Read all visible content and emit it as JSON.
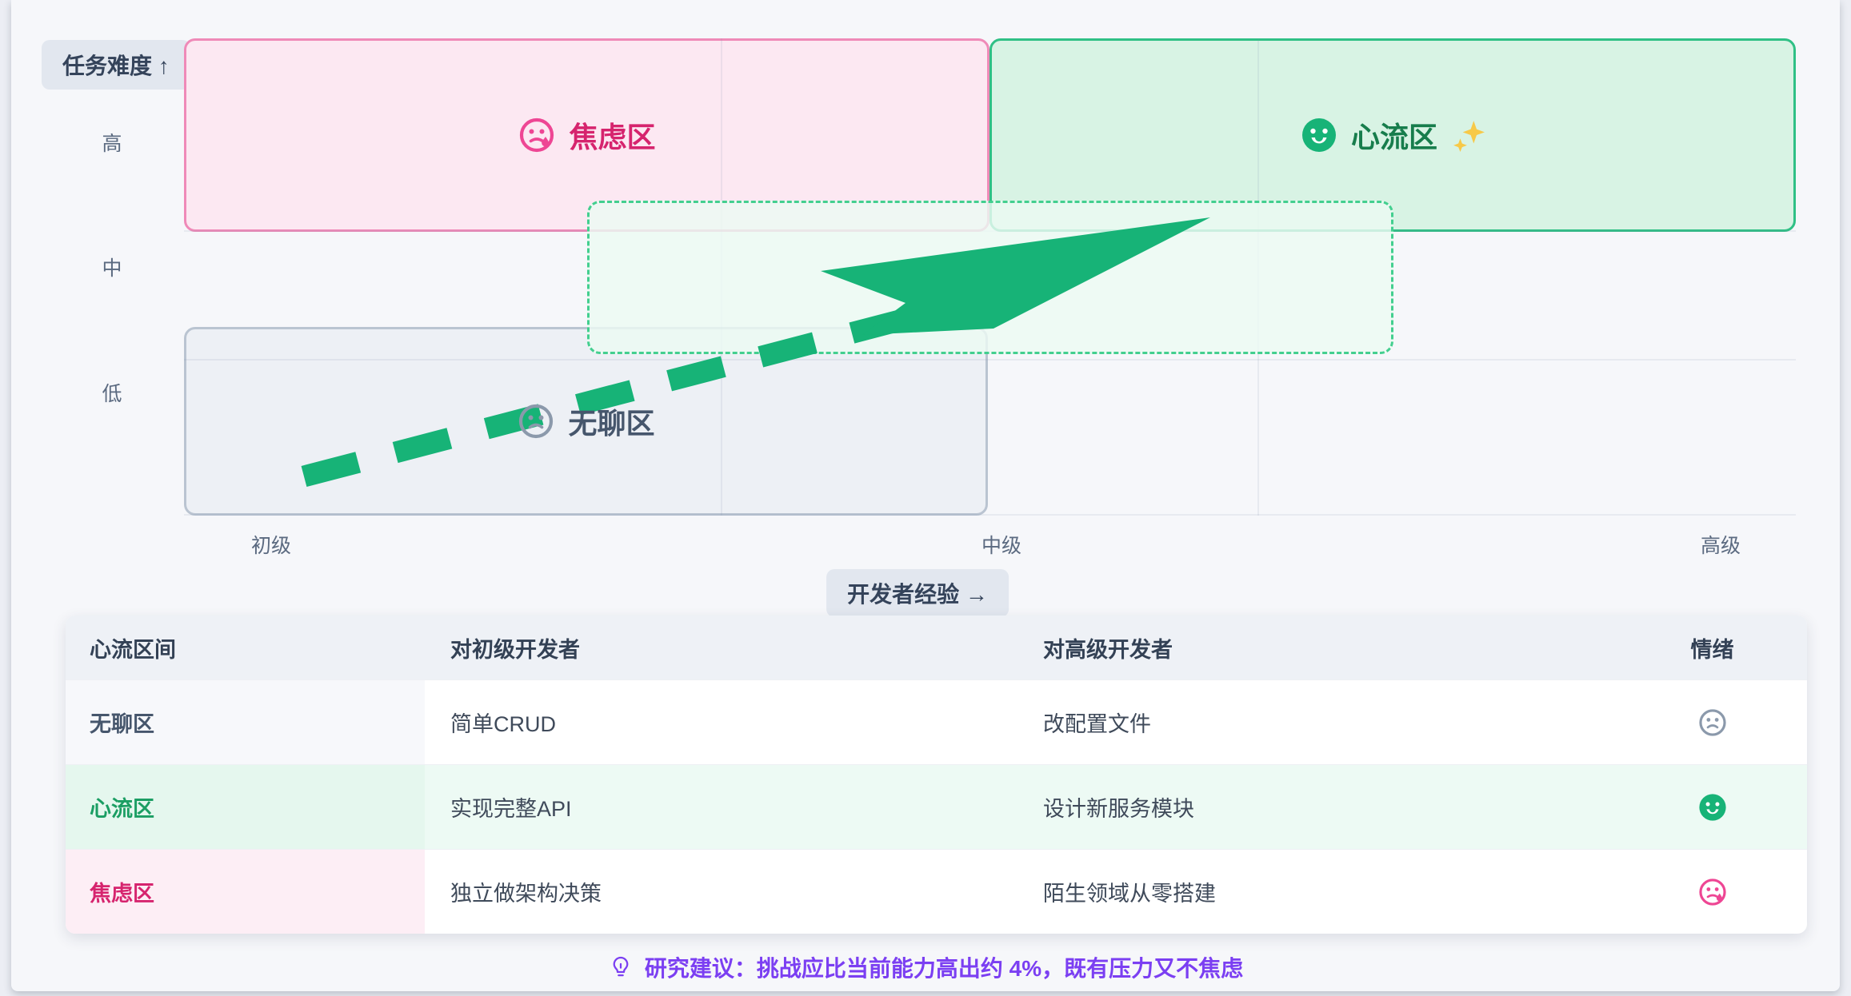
{
  "colors": {
    "green_accent": "#17b377",
    "pink_accent": "#ee4694",
    "pink_text": "#d6246e",
    "green_text": "#177d4c",
    "gray_icon": "#8b99ab",
    "purple_note": "#7b3ff2"
  },
  "chart": {
    "y_axis": {
      "label": "任务难度 ↑",
      "ticks": [
        "高",
        "中",
        "低"
      ]
    },
    "x_axis": {
      "label": "开发者经验 →",
      "ticks": [
        "初级",
        "中级",
        "高级"
      ]
    },
    "zones": [
      {
        "id": "anxiety",
        "label": "焦虑区",
        "icon": "anxious-face-icon"
      },
      {
        "id": "flow",
        "label": "心流区",
        "icon": "smile-face-icon",
        "suffix": "sparkles"
      },
      {
        "id": "boredom",
        "label": "无聊区",
        "icon": "frown-face-icon"
      }
    ]
  },
  "table": {
    "headers": [
      "心流区间",
      "对初级开发者",
      "对高级开发者",
      "情绪"
    ],
    "rows": [
      {
        "zone": "无聊区",
        "junior": "简单CRUD",
        "senior": "改配置文件",
        "emotion": "frown"
      },
      {
        "zone": "心流区",
        "junior": "实现完整API",
        "senior": "设计新服务模块",
        "emotion": "smile"
      },
      {
        "zone": "焦虑区",
        "junior": "独立做架构决策",
        "senior": "陌生领域从零搭建",
        "emotion": "anxious"
      }
    ]
  },
  "note": {
    "text": "研究建议：挑战应比当前能力高出约 4%，既有压力又不焦虑"
  }
}
